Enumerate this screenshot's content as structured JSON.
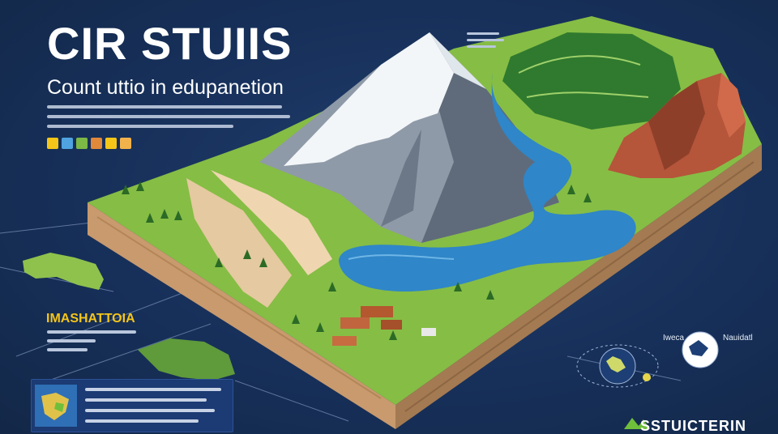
{
  "header": {
    "title": "CIR STUIIS",
    "subtitle": "Count uttio in edupanetion"
  },
  "region": {
    "label": "IMASHATTOIA"
  },
  "footer_brand": {
    "label": "SSTUICTERIN"
  },
  "globe_labels": {
    "left": "Iweca",
    "right": "Nauidatl"
  },
  "colors": {
    "background": "#17305a",
    "accent_yellow": "#f5c518",
    "grass": "#7bb845",
    "soil": "#d9b48c",
    "water": "#2f86c8",
    "rock_red": "#b5553a",
    "snow": "#f2f6f8"
  },
  "icons": [
    "map-icon",
    "pin-icon",
    "tree-icon",
    "tag-icon",
    "flag-icon",
    "badge-icon"
  ]
}
